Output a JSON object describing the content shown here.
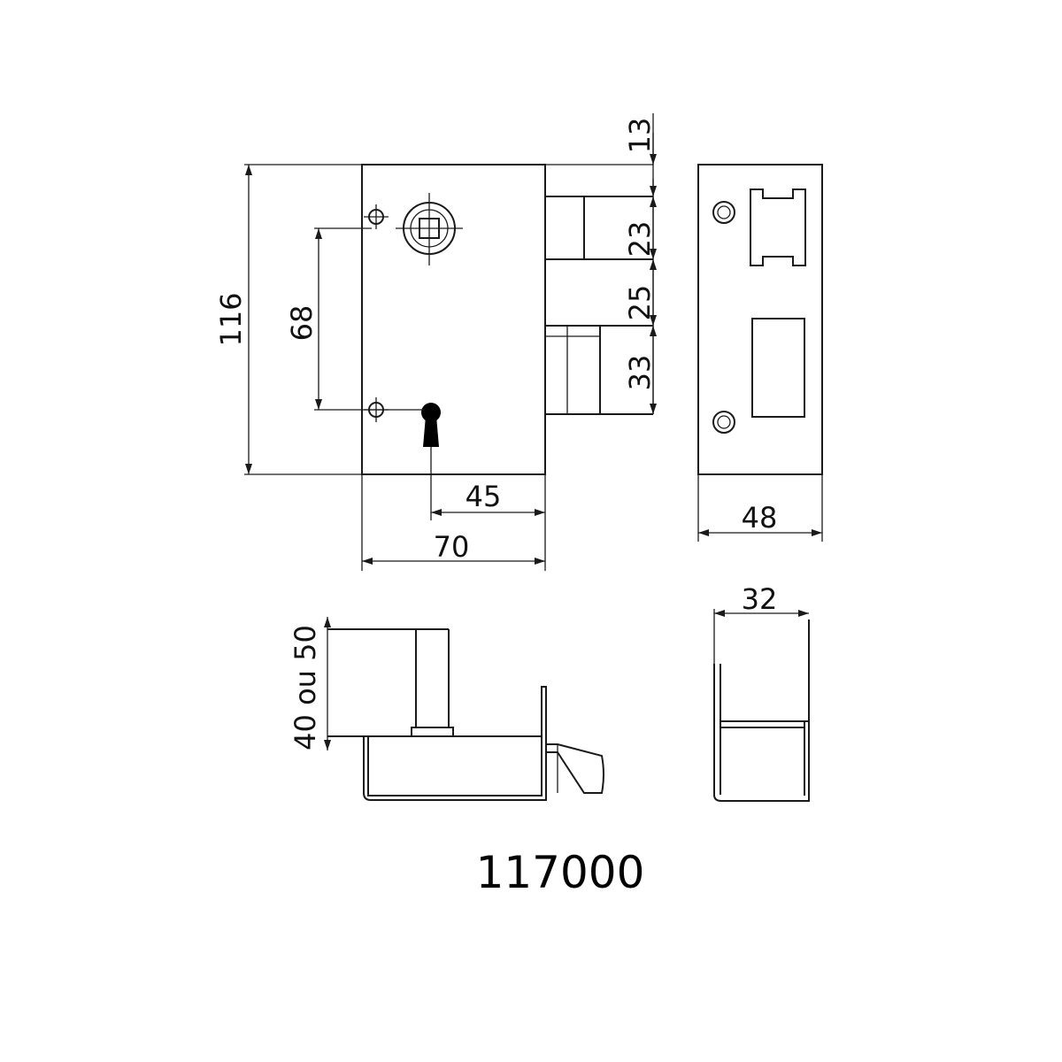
{
  "dimensions": {
    "height_total": "116",
    "screw_spacing": "68",
    "backset": "45",
    "case_width": "70",
    "top_offset": "13",
    "latch_height": "23",
    "spacing": "25",
    "bolt_height": "33",
    "strike_width": "48",
    "strike_depth": "32",
    "door_thickness": "40 ou 50"
  },
  "reference": "117000",
  "colors": {
    "line": "#1a1a1a",
    "background": "#ffffff"
  },
  "icons": {
    "arrowhead": "arrowhead-icon",
    "keyhole": "keyhole-icon",
    "screw_hole": "screw-hole-icon"
  }
}
